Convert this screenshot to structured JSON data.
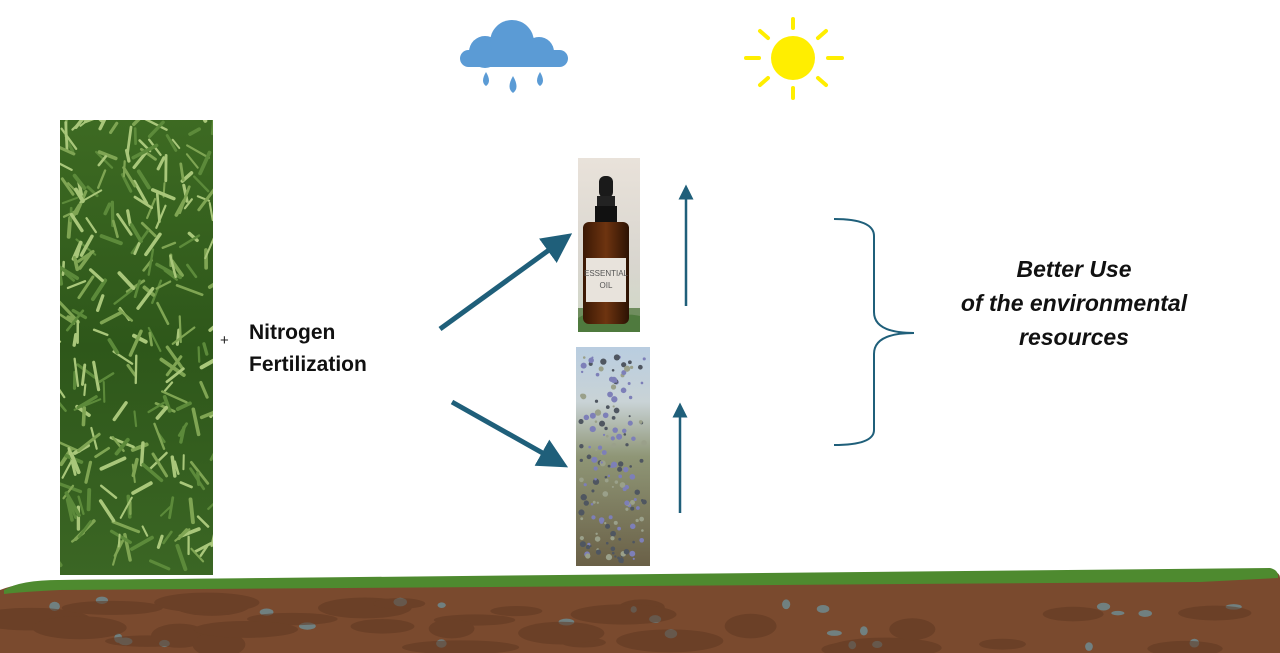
{
  "input": {
    "plus_symbol": "+",
    "treatment_line1": "Nitrogen",
    "treatment_line2": "Fertilization"
  },
  "outputs": {
    "oil_label_line1": "ESSENTIAL",
    "oil_label_line2": "OIL"
  },
  "outcome": {
    "line1": "Better Use",
    "line2": "of the environmental",
    "line3": "resources"
  },
  "colors": {
    "arrow": "#1f5f7a",
    "cloud": "#5b9bd5",
    "sun": "#ffee00",
    "soil": "#7a4a2e",
    "grass": "#4e8a2f"
  },
  "icons": {
    "rain": "rain-cloud-icon",
    "sun": "sun-icon"
  }
}
